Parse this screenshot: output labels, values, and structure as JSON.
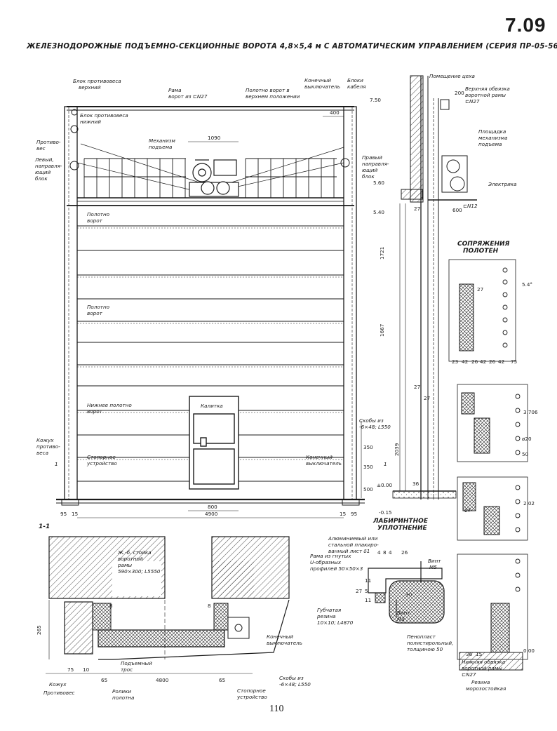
{
  "sheet": {
    "number": "7.09",
    "title": "ЖЕЛЕЗНОДОРОЖНЫЕ ПОДЪЕМНО-СЕКЦИОННЫЕ ВОРОТА 4,8×5,4 м С АВТОМАТИЧЕСКИМ УПРАВЛЕНИЕМ (СЕРИЯ ПР-05-56)",
    "page_number": "110"
  },
  "elevation": {
    "labels": {
      "counterweight_block_top": [
        "Блок противовеса",
        "верхний"
      ],
      "gate_frame": [
        "Рама",
        "ворот из ⊏N27"
      ],
      "gate_leaf_top": [
        "Полотно ворот в",
        "верхнем положении"
      ],
      "limit_switch_top": [
        "Конечный",
        "выключатель"
      ],
      "cable_blocks": [
        "Блоки",
        "кабеля"
      ],
      "counterweight_block_bottom": [
        "Блок противовеса",
        "нижний"
      ],
      "counterweight": [
        "Противо-",
        "вес"
      ],
      "left_guide_block": [
        "Левый,",
        "направля-",
        "ющий",
        "блок"
      ],
      "lift_mechanism": [
        "Механизм",
        "подъема"
      ],
      "right_guide_block": [
        "Правый",
        "направля-",
        "ющий",
        "блок"
      ],
      "gate_leaf_1": [
        "Полотно",
        "ворот"
      ],
      "gate_leaf_2": [
        "Полотно",
        "ворот"
      ],
      "bottom_leaf": [
        "Нижнее полотно",
        "ворот"
      ],
      "wicket": "Калитка",
      "counterweight_casing": [
        "Кожух",
        "противо-",
        "веса"
      ],
      "stop_device": [
        "Стопорное",
        "устройство"
      ],
      "limit_switch_bottom": [
        "Конечный",
        "выключатель"
      ],
      "brackets": [
        "Скобы из",
        "-6×48; L550"
      ],
      "section_mark": "1"
    },
    "dimensions": {
      "d400": "400",
      "d1090": "1090",
      "d800": "800",
      "d4900": "4900",
      "d95l": "95",
      "d15l": "15",
      "d15r": "15",
      "d95r": "95",
      "d350a": "350",
      "d350b": "350",
      "d500": "500"
    }
  },
  "side_section": {
    "labels": {
      "shop_room": "Помещение цеха",
      "top_binding": [
        "Верхняя обвязка",
        "воротной рамы",
        "⊏N27"
      ],
      "mech_platform": [
        "Площадка",
        "механизма",
        "подъема"
      ],
      "electric_hoist": "Электрика",
      "channel12": "⊏N12"
    },
    "dimensions": {
      "e750": "7.50",
      "e560": "5.60",
      "e540": "5.40",
      "e000": "±0.00",
      "em015": "-0.15",
      "d200": "200",
      "d600": "600",
      "d1721": "1721",
      "d1667": "1667",
      "d2039": "2039",
      "d27a": "27",
      "d27b": "27",
      "d27c": "27",
      "d36": "36"
    }
  },
  "joints": {
    "title": [
      "СОПРЯЖЕНИЯ",
      "ПОЛОТЕН"
    ],
    "dims": {
      "d54": "5.4°",
      "d27": "27",
      "d23": "23",
      "d42a": "42",
      "d26a": "26",
      "d42b": "42",
      "d26b": "26",
      "d42c": "42",
      "d75": "75",
      "d3706": "3.706",
      "d20": "ø20",
      "d50": "50",
      "d202": "2.02",
      "d27b": "27",
      "d000": "0.00",
      "d36": "36",
      "d15": "15"
    },
    "labels": {
      "bottom_binding": [
        "Нижняя обвязка",
        "воротной рамы",
        "⊏N27"
      ],
      "rubber_frostproof": [
        "Резина",
        "морозостойкая"
      ]
    }
  },
  "plan_section": {
    "title": "1-1",
    "labels": {
      "rc_column": [
        "Ж.-б. стойка",
        "воротной",
        "рамы",
        "590×300; L5550"
      ],
      "limit_switch": [
        "Конечный",
        "выключатель"
      ],
      "lift_cable": [
        "Подъемный",
        "трос"
      ],
      "leaf_rollers": [
        "Ролики",
        "полотна"
      ],
      "casing": "Кожух",
      "counterweight": "Противовес",
      "brackets": [
        "Скобы из",
        "-6×48; L550"
      ],
      "stop_device": [
        "Стопорное",
        "устройство"
      ]
    },
    "dimensions": {
      "d265": "265",
      "d75": "75",
      "d10": "10",
      "d65l": "65",
      "d4800": "4800",
      "d65r": "65",
      "d8a": "8",
      "d8b": "8"
    }
  },
  "labyrinth": {
    "title": [
      "ЛАБИРИНТНОЕ",
      "УПЛОТНЕНИЕ"
    ],
    "labels": {
      "aluminum_sheet": [
        "Алюминиевый или",
        "стальной плакиро-",
        "ванный лист δ1"
      ],
      "u_frame": [
        "Рама из гнутых",
        "U-образных",
        "профилей 50×50×3"
      ],
      "sponge_rubber": [
        "Губчатая",
        "резина",
        "10×10; L4870"
      ],
      "screw_m5": [
        "Винт",
        "M5"
      ],
      "screw_m3": [
        "Винт",
        "M3"
      ],
      "foam": [
        "Пенопласт",
        "полистирольный,",
        "толщиною 50"
      ]
    },
    "dims": {
      "d4": "4",
      "d8": "8",
      "d4b": "4",
      "d26": "26",
      "d11a": "11",
      "d5": "5",
      "d11b": "11",
      "d27": "27",
      "d30": "30"
    }
  }
}
